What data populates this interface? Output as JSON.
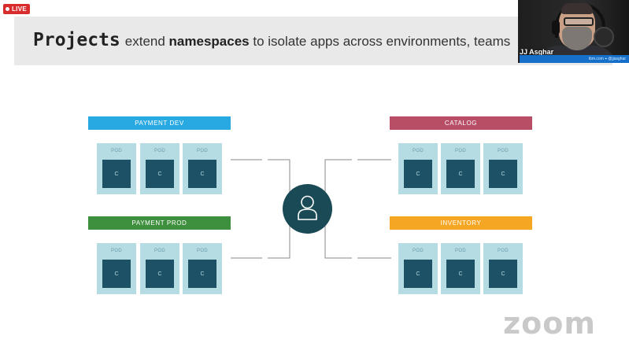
{
  "stream": {
    "live_label": "LIVE"
  },
  "slide": {
    "title_keyword": "Projects",
    "title_part1": "extend ",
    "title_bold": "namespaces",
    "title_part2": " to isolate apps across environments, teams",
    "namespaces": [
      {
        "label": "PAYMENT DEV",
        "color": "#29a9e1"
      },
      {
        "label": "PAYMENT PROD",
        "color": "#3e8f3e"
      },
      {
        "label": "CATALOG",
        "color": "#b84d66"
      },
      {
        "label": "INVENTORY",
        "color": "#f5a623"
      }
    ],
    "pod_label": "POD",
    "container_label": "C",
    "hub_icon": "user-icon"
  },
  "webcam": {
    "name": "JJ Asghar",
    "subtitle": "ibm.com ⌖ @jjasghar"
  },
  "watermark": {
    "text": "zoom"
  },
  "colors": {
    "pod_fill": "#b5dbe3",
    "container_fill": "#1d5166",
    "hub_fill": "#1a4a56",
    "connector": "#8a8a8a"
  }
}
